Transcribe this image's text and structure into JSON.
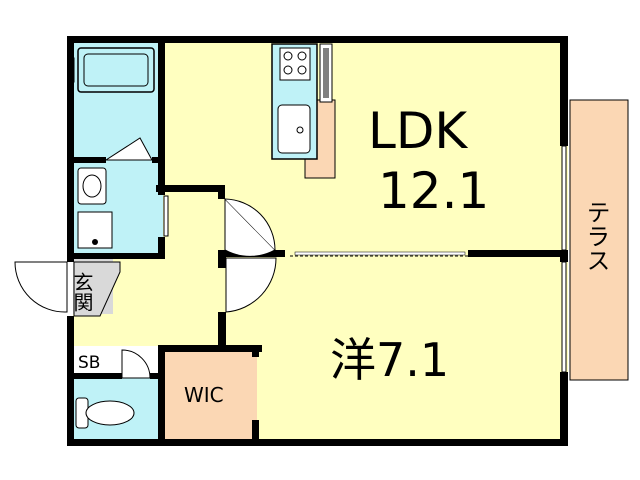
{
  "rooms": {
    "ldk": {
      "name": "LDK",
      "area": "12.1"
    },
    "western": {
      "name": "洋7.1"
    },
    "wic": {
      "name": "WIC"
    },
    "terrace": {
      "name": "テラス"
    },
    "entrance": {
      "name": "玄関"
    },
    "shoebox": {
      "name": "SB"
    }
  },
  "colors": {
    "wall": "#000000",
    "room_floor": "#ffffc0",
    "wet_area": "#bff2f7",
    "wood_area": "#fbd7b4",
    "entrance_floor": "#d9d9d9",
    "terrace": "#fbd7b4"
  }
}
